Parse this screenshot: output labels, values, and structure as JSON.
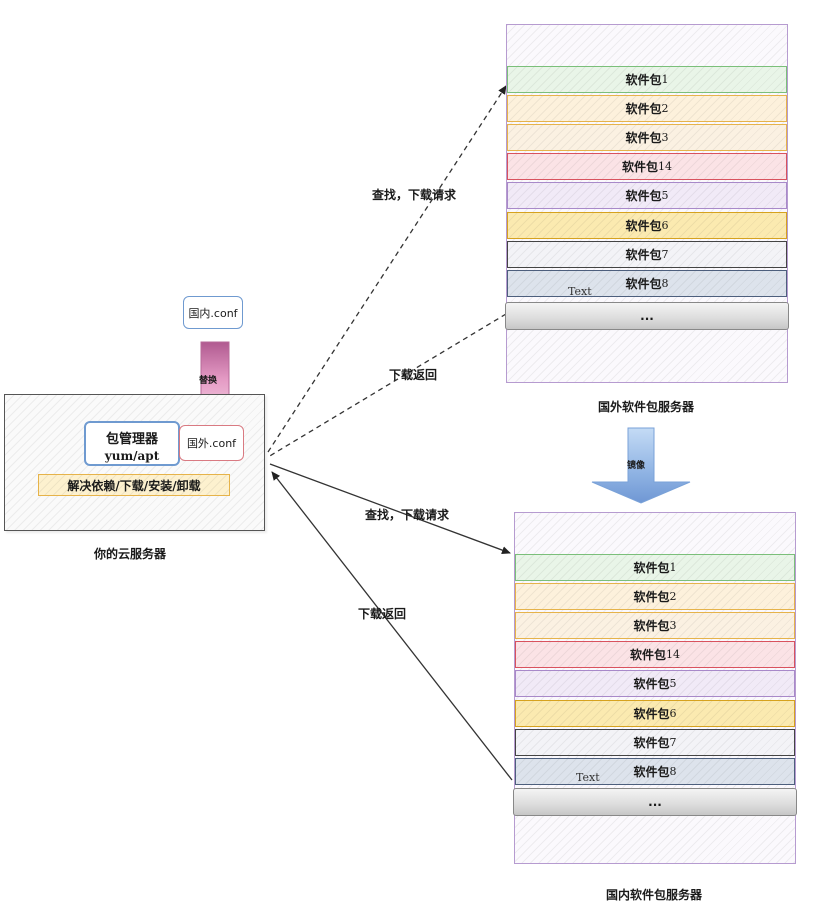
{
  "local_server": {
    "label": "你的云服务器",
    "package_manager": {
      "title": "包管理器",
      "subtitle": "yum/apt"
    },
    "foreign_conf": "国外.conf",
    "deps_bar": "解决依赖/下载/安装/卸载"
  },
  "domestic_conf": "国内.conf",
  "replace_arrow_label": "替换",
  "mirror_arrow_label": "镜像",
  "edges": {
    "top_request": "查找，下载请求",
    "top_return": "下载返回",
    "bottom_request": "查找，下载请求",
    "bottom_return": "下载返回"
  },
  "foreign_server": {
    "label": "国外软件包服务器",
    "text_label": "Text",
    "more": "...",
    "packages": [
      {
        "name": "软件包",
        "num": "1",
        "border": "#7bbf7a",
        "fill": "#e9f5e8"
      },
      {
        "name": "软件包",
        "num": "2",
        "border": "#e6b34a",
        "fill": "#fdf1dc"
      },
      {
        "name": "软件包",
        "num": "3",
        "border": "#e6b34a",
        "fill": "#fbf1e2"
      },
      {
        "name": "软件包",
        "num": "14",
        "border": "#d9525e",
        "fill": "#fbe3e6"
      },
      {
        "name": "软件包",
        "num": "5",
        "border": "#a889c9",
        "fill": "#f1eaf7"
      },
      {
        "name": "软件包",
        "num": "6",
        "border": "#d6a21e",
        "fill": "#fbeab0"
      },
      {
        "name": "软件包",
        "num": "7",
        "border": "#444444",
        "fill": "#f3f3f7"
      },
      {
        "name": "软件包",
        "num": "8",
        "border": "#4d5f7d",
        "fill": "#dde3ec"
      }
    ]
  },
  "domestic_server": {
    "label": "国内软件包服务器",
    "text_label": "Text",
    "more": "...",
    "packages": [
      {
        "name": "软件包",
        "num": "1",
        "border": "#7bbf7a",
        "fill": "#e9f5e8"
      },
      {
        "name": "软件包",
        "num": "2",
        "border": "#e6b34a",
        "fill": "#fdf1dc"
      },
      {
        "name": "软件包",
        "num": "3",
        "border": "#e6b34a",
        "fill": "#fbf1e2"
      },
      {
        "name": "软件包",
        "num": "14",
        "border": "#d9525e",
        "fill": "#fbe3e6"
      },
      {
        "name": "软件包",
        "num": "5",
        "border": "#a889c9",
        "fill": "#f1eaf7"
      },
      {
        "name": "软件包",
        "num": "6",
        "border": "#d6a21e",
        "fill": "#fbeab0"
      },
      {
        "name": "软件包",
        "num": "7",
        "border": "#444444",
        "fill": "#f3f3f7"
      },
      {
        "name": "软件包",
        "num": "8",
        "border": "#4d5f7d",
        "fill": "#dde3ec"
      }
    ]
  },
  "colors": {
    "replace_arrow": "#d98bb8",
    "mirror_arrow": "#8fb3e3",
    "server_border": "#b69bd0"
  }
}
